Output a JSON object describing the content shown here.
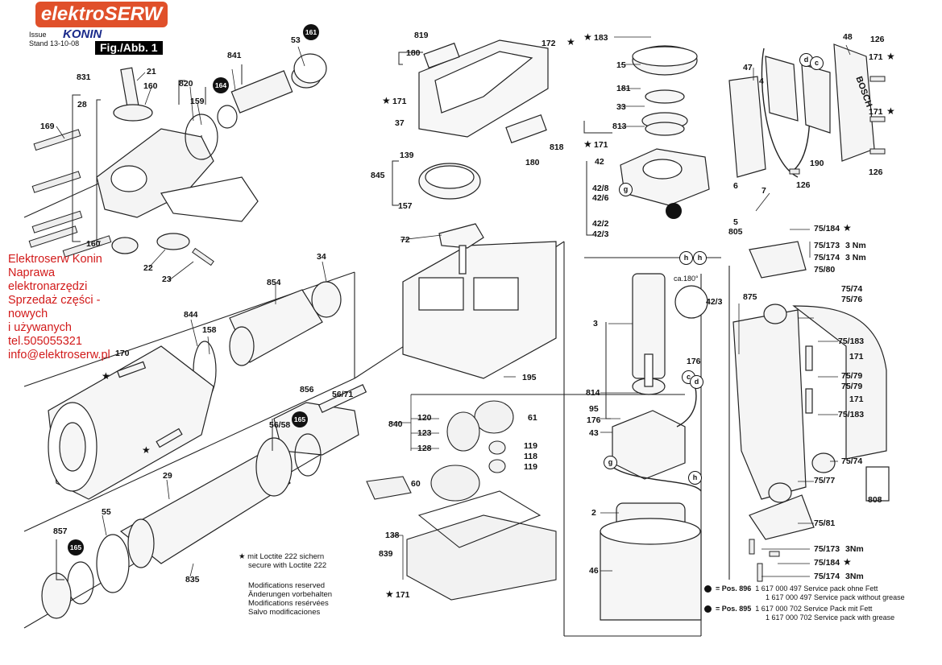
{
  "header": {
    "logo_text": "elektroSERW",
    "logo_sub": "KONIN",
    "issue_label": "Issue",
    "stand_label": "Stand",
    "date": "13-10-08",
    "figure": "Fig./Abb. 1"
  },
  "overlay_text": {
    "lines": [
      "Elektroserw Konin",
      "Naprawa",
      "elektronarzędzi",
      "Sprzedaż części -",
      "nowych",
      "i używanych",
      "tel.505055321",
      "info@elektroserw.pl"
    ]
  },
  "loctite": {
    "lines": [
      "mit Loctite 222 sichern",
      "secure with Loctite 222"
    ]
  },
  "modifications": {
    "lines": [
      "Modifications reserved",
      "Änderungen vorbehalten",
      "Modifications resérvées",
      "Salvo modificaciones"
    ]
  },
  "legend": {
    "rows": [
      {
        "pos": "= Pos. 896",
        "line1": "1 617 000 497 Service pack ohne Fett",
        "line2": "1 617 000 497 Service pack without grease"
      },
      {
        "pos": "= Pos. 895",
        "line1": "1 617 000 702 Service Pack mit Fett",
        "line2": "1 617 000 702 Service pack with grease"
      }
    ]
  },
  "badges": [
    "161",
    "164",
    "165",
    "165"
  ],
  "connector_dots": [
    "d",
    "c",
    "g",
    "h",
    "h",
    "c",
    "d",
    "g",
    "h"
  ],
  "angle_note": "ca.180°",
  "brand_on_part": "BOSCH",
  "part_labels": {
    "l1": "53",
    "l2": "841",
    "l3": "21",
    "l4": "160",
    "l5": "820",
    "l6": "159",
    "l7": "831",
    "l8": "28",
    "l9": "169",
    "l10": "160",
    "l11": "22",
    "l12": "23",
    "l13": "34",
    "l14": "854",
    "l15": "844",
    "l16": "158",
    "l17": "170",
    "l18": "856",
    "l19": "56/71",
    "l20": "56/58",
    "l21": "29",
    "l22": "55",
    "l23": "857",
    "l24": "835",
    "l25": "819",
    "l26": "180",
    "l27": "172",
    "l28": "171",
    "l29": "37",
    "l30": "818",
    "l31": "180",
    "l32": "139",
    "l33": "845",
    "l34": "157",
    "l35": "72",
    "l36": "195",
    "l37": "840",
    "l38": "120",
    "l39": "123",
    "l40": "128",
    "l41": "61",
    "l42": "119",
    "l43": "118",
    "l44": "119",
    "l45": "60",
    "l46": "138",
    "l47": "839",
    "l48": "171",
    "l49": "183",
    "l50": "15",
    "l51": "181",
    "l52": "33",
    "l53": "813",
    "l54": "171",
    "l55": "42",
    "l56": "42/8",
    "l57": "42/6",
    "l58": "42/2",
    "l59": "42/3",
    "l60": "3",
    "l61": "42/3",
    "l62": "176",
    "l63": "814",
    "l64": "95",
    "l65": "176",
    "l66": "43",
    "l67": "2",
    "l68": "46",
    "l69": "48",
    "l70": "126",
    "l71": "171",
    "l72": "47",
    "l73": "4",
    "l74": "171",
    "l75": "126",
    "l76": "190",
    "l77": "6",
    "l78": "7",
    "l79": "126",
    "l80": "5",
    "l81": "805",
    "l82": "75/184",
    "l83": "75/173",
    "l84": "3 Nm",
    "l85": "75/174",
    "l86": "3 Nm",
    "l87": "75/80",
    "l88": "875",
    "l89": "75/74",
    "l90": "75/76",
    "l91": "75/183",
    "l92": "171",
    "l93": "75/79",
    "l94": "75/79",
    "l95": "171",
    "l96": "75/183",
    "l97": "75/74",
    "l98": "75/77",
    "l99": "808",
    "l100": "75/81",
    "l101": "75/173",
    "l102": "3Nm",
    "l103": "75/184",
    "l104": "75/174",
    "l105": "3Nm"
  }
}
